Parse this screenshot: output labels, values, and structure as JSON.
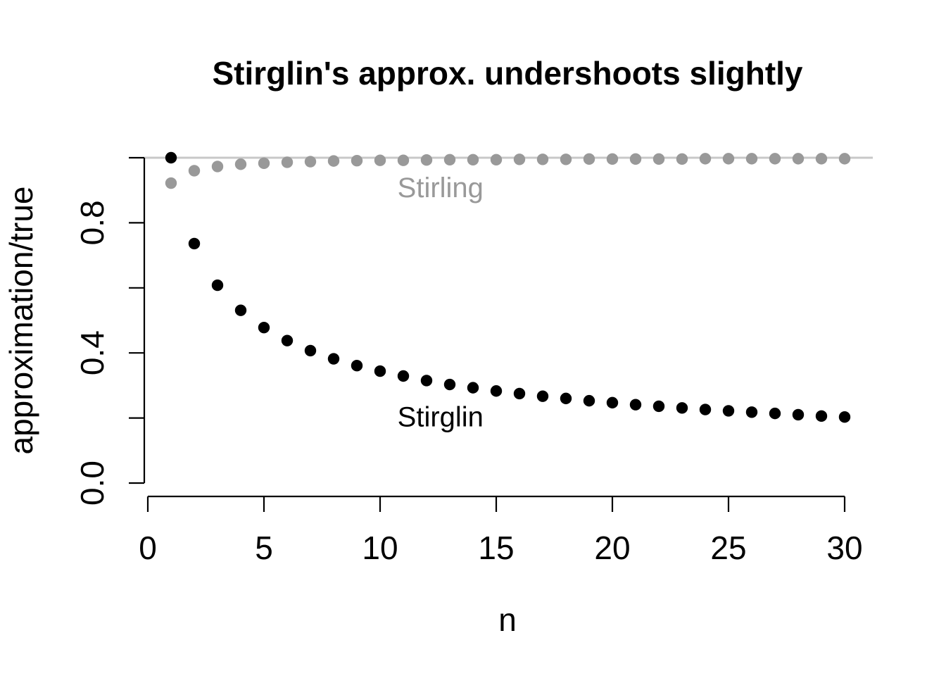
{
  "chart_data": {
    "type": "scatter",
    "title": "Stirglin's approx. undershoots slightly",
    "xlabel": "n",
    "ylabel": "approximation/true",
    "xlim": [
      0,
      30
    ],
    "ylim": [
      0,
      1
    ],
    "x_ticks": [
      0,
      5,
      10,
      15,
      20,
      25,
      30
    ],
    "x_tick_labels": [
      "0",
      "5",
      "10",
      "15",
      "20",
      "25",
      "30"
    ],
    "y_ticks": [
      0,
      0.2,
      0.4,
      0.6,
      0.8,
      1.0
    ],
    "y_tick_labels": [
      "0.0",
      "",
      "0.4",
      "",
      "0.8",
      ""
    ],
    "grid": false,
    "reference_line": {
      "y": 1,
      "color": "#c8c8c8"
    },
    "series": [
      {
        "name": "Stirling",
        "color": "#999999",
        "label_at": {
          "x": 12.6,
          "y": 0.905
        },
        "x": [
          1,
          2,
          3,
          4,
          5,
          6,
          7,
          8,
          9,
          10,
          11,
          12,
          13,
          14,
          15,
          16,
          17,
          18,
          19,
          20,
          21,
          22,
          23,
          24,
          25,
          26,
          27,
          28,
          29,
          30
        ],
        "values": [
          0.922,
          0.96,
          0.973,
          0.98,
          0.983,
          0.986,
          0.988,
          0.99,
          0.991,
          0.992,
          0.992,
          0.993,
          0.994,
          0.994,
          0.994,
          0.995,
          0.995,
          0.995,
          0.996,
          0.996,
          0.996,
          0.996,
          0.996,
          0.997,
          0.997,
          0.997,
          0.997,
          0.997,
          0.997,
          0.997
        ]
      },
      {
        "name": "Stirglin",
        "color": "#000000",
        "label_at": {
          "x": 12.6,
          "y": 0.2
        },
        "x": [
          1,
          2,
          3,
          4,
          5,
          6,
          7,
          8,
          9,
          10,
          11,
          12,
          13,
          14,
          15,
          16,
          17,
          18,
          19,
          20,
          21,
          22,
          23,
          24,
          25,
          26,
          27,
          28,
          29,
          30
        ],
        "values": [
          1.0,
          0.736,
          0.608,
          0.531,
          0.478,
          0.438,
          0.407,
          0.382,
          0.361,
          0.344,
          0.329,
          0.315,
          0.303,
          0.293,
          0.283,
          0.275,
          0.267,
          0.26,
          0.253,
          0.247,
          0.241,
          0.236,
          0.231,
          0.226,
          0.222,
          0.218,
          0.214,
          0.21,
          0.206,
          0.203
        ]
      }
    ]
  }
}
